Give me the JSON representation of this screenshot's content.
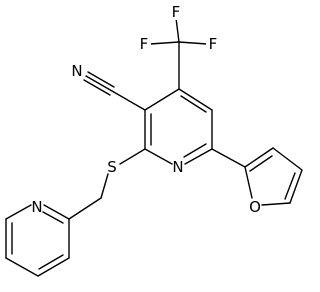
{
  "atom_labels": {
    "f1": "F",
    "f2": "F",
    "f3": "F",
    "nitrile_n": "N",
    "ring_n": "N",
    "sulfur": "S",
    "furan_o": "O",
    "pyridyl_n": "N"
  },
  "colors": {
    "bond": "#000000",
    "text": "#000000",
    "background": "#ffffff"
  }
}
